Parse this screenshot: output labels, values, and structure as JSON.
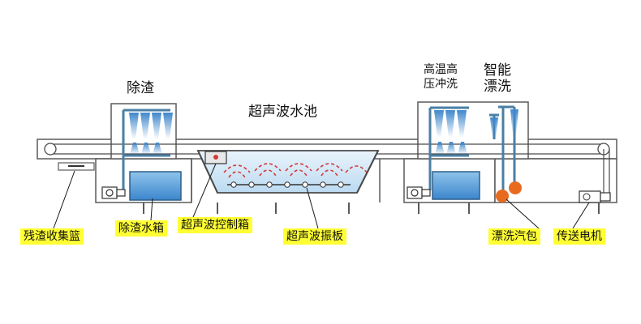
{
  "title": "超声波水池",
  "sections": {
    "slag_removal": "除渣",
    "high_pressure_line1": "高温高",
    "high_pressure_line2": "压冲洗",
    "smart_line1": "智能",
    "smart_line2": "漂洗"
  },
  "callouts": {
    "slag_tank": "除渣水箱",
    "ultrasonic_control_box": "超声波控制箱",
    "ultrasonic_vibration_plate": "超声波振板",
    "slag_basket": "残渣收集篮",
    "rinse_steam_bag": "漂洗汽包",
    "drive_motor": "传送电机"
  },
  "colors": {
    "highlight": "#ffff33",
    "water": "#4f97d4",
    "pipe": "#4a7fa5",
    "wave": "#d23b3b",
    "orange": "#e86a1e",
    "outline": "#5a5a5a"
  }
}
